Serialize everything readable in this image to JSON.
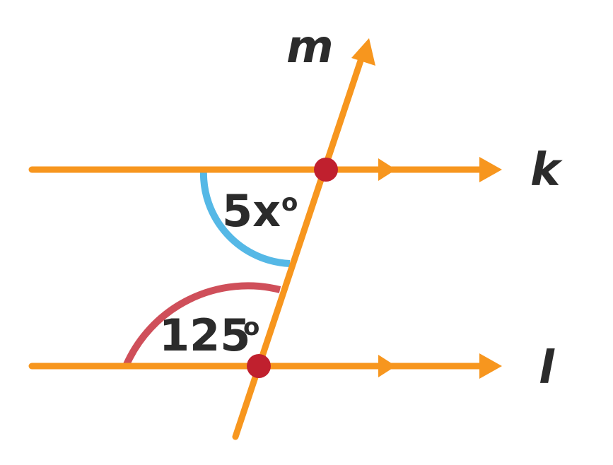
{
  "labels": {
    "transversal": "m",
    "line_top": "k",
    "line_bottom": "l",
    "angle_top": "5x",
    "angle_bottom": "125",
    "degree_symbol": "o"
  },
  "colors": {
    "line": "#f7961e",
    "point": "#c0202e",
    "arc_top": "#55b8e6",
    "arc_bottom": "#cf4f5a",
    "text": "#2b2b2b"
  }
}
